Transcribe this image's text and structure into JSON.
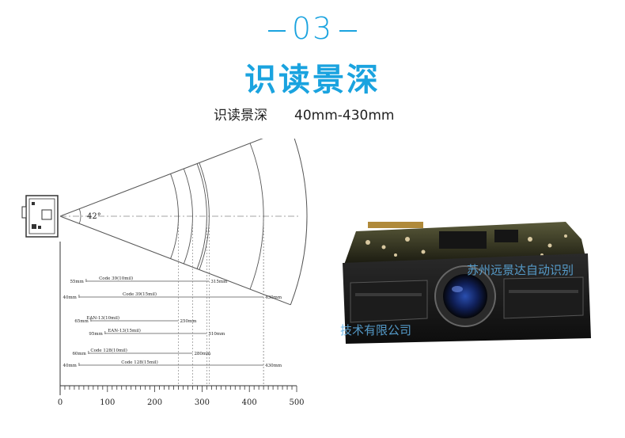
{
  "header": {
    "number": "03",
    "title": "识读景深",
    "spec_label": "识读景深",
    "spec_value": "40mm-430mm"
  },
  "diagram": {
    "angle_label": "42°",
    "angle_deg": 42,
    "axis_min": 0,
    "axis_max": 500,
    "axis_ticks": [
      0,
      100,
      200,
      300,
      400,
      500
    ],
    "ranges": [
      {
        "near": "55mm",
        "code": "Code 39(10mil)",
        "far": "315mm",
        "near_v": 55,
        "far_v": 315
      },
      {
        "near": "40mm",
        "code": "Code 39(15mil)",
        "far": "430mm",
        "near_v": 40,
        "far_v": 430
      },
      {
        "near": "65mm",
        "code": "EAN-13(10mil)",
        "far": "250mm",
        "near_v": 65,
        "far_v": 250
      },
      {
        "near": "95mm",
        "code": "EAN-13(15mil)",
        "far": "310mm",
        "near_v": 95,
        "far_v": 310
      },
      {
        "near": "60mm",
        "code": "Code 128(10mil)",
        "far": "280mm",
        "near_v": 60,
        "far_v": 280
      },
      {
        "near": "40mm",
        "code": "Code 128(15mil)",
        "far": "430mm",
        "near_v": 40,
        "far_v": 430
      }
    ]
  },
  "photo": {
    "watermark_top": "苏州远景达自动识别",
    "watermark_bottom": "技术有限公司"
  },
  "colors": {
    "accent": "#1aa3df"
  }
}
